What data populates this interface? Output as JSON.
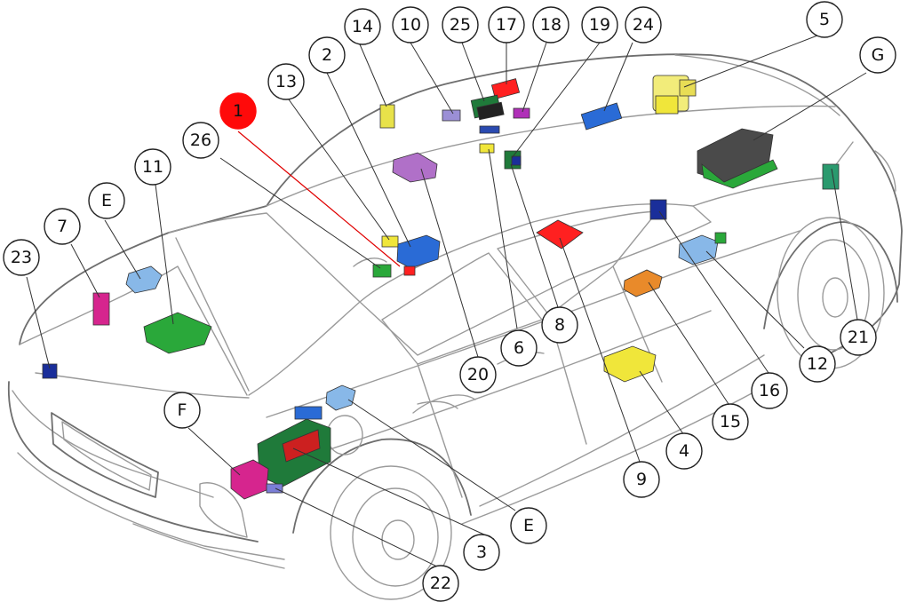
{
  "diagram": {
    "highlight_color": "#ff0a0a",
    "callouts": [
      {
        "label": "1",
        "highlight": true
      },
      {
        "label": "2"
      },
      {
        "label": "3"
      },
      {
        "label": "4"
      },
      {
        "label": "5"
      },
      {
        "label": "6"
      },
      {
        "label": "7"
      },
      {
        "label": "8"
      },
      {
        "label": "9"
      },
      {
        "label": "10"
      },
      {
        "label": "11"
      },
      {
        "label": "12"
      },
      {
        "label": "13"
      },
      {
        "label": "14"
      },
      {
        "label": "15"
      },
      {
        "label": "16"
      },
      {
        "label": "17"
      },
      {
        "label": "18"
      },
      {
        "label": "19"
      },
      {
        "label": "20"
      },
      {
        "label": "21"
      },
      {
        "label": "22"
      },
      {
        "label": "23"
      },
      {
        "label": "24"
      },
      {
        "label": "25"
      },
      {
        "label": "26"
      },
      {
        "label": "E"
      },
      {
        "label": "E"
      },
      {
        "label": "F"
      },
      {
        "label": "G"
      }
    ],
    "component_colors": {
      "red": "#ff2020",
      "blue": "#2a6bd6",
      "light_blue": "#88b8e8",
      "navy": "#1a2e9a",
      "green": "#2aa83a",
      "dark_green": "#1f7a3a",
      "yellow": "#f0e63a",
      "pale_yellow": "#f2ec7a",
      "magenta": "#d6258e",
      "purple": "#b070c8",
      "lavender": "#9b8fd6",
      "orange": "#e98a2a",
      "teal": "#2a9a6e",
      "dark_grey": "#4a4a4a"
    }
  }
}
